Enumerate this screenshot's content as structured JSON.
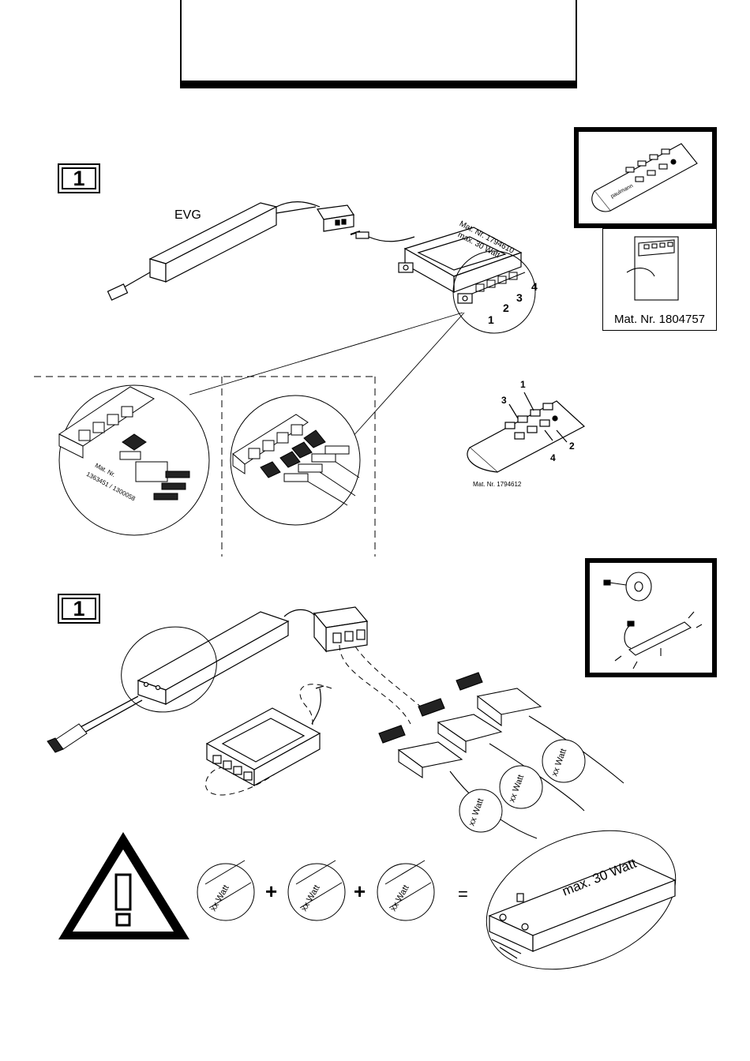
{
  "section1": {
    "step_number": "1",
    "driver_label": "EVG",
    "controller_mat": "Mat. Nr. 1794610",
    "controller_max": "max. 30 Watt",
    "port_numbers": [
      "1",
      "2",
      "3",
      "4"
    ],
    "inset_adapter_mat": "Mat. Nr.",
    "inset_adapter_codes": "1363451 / 1300058",
    "remote_mat": "Mat. Nr. 1794612",
    "remote_button_numbers": [
      "1",
      "2",
      "3",
      "4"
    ],
    "remote_brand": "paulmann",
    "holder_mat": "Mat. Nr. 1804757"
  },
  "section2": {
    "step_number": "1",
    "wattage_tags": [
      "xx Watt",
      "xx Watt",
      "xx Watt"
    ],
    "equation_tags": [
      "xx Watt",
      "xx Watt",
      "xx Watt"
    ],
    "plus_sign": "+",
    "equals_sign": "=",
    "max_label": "max. 30 Watt"
  },
  "warning": {
    "icon": "warning-triangle-icon",
    "glyph": "!"
  }
}
